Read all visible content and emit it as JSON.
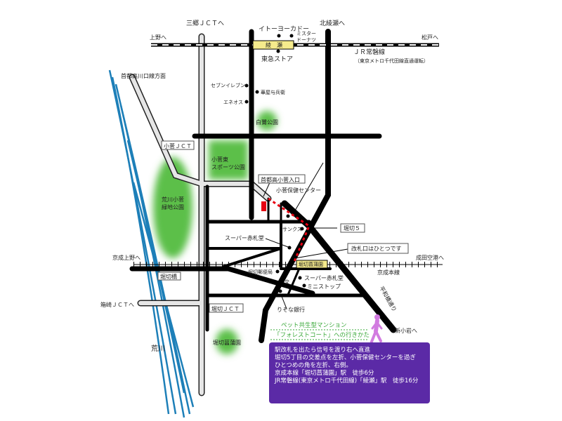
{
  "map": {
    "labels": {
      "misato_jct": "三郷ＪＣＴへ",
      "kitaayase": "北綾瀬へ",
      "ueno_jr": "上野へ",
      "matsudo": "松戸へ",
      "ito_yokado": "イトーヨーカドー",
      "mister_donut_1": "ミスター",
      "mister_donut_2": "ドーナツ",
      "ayase_station": "綾　瀬",
      "tokyu_store": "東急ストア",
      "jr_line": "ＪＲ常磐線",
      "jr_line_note": "（東京メトロ千代田線直通運転）",
      "shuto_kawaguchi": "首都高川口線方面",
      "seven_eleven": "セブンイレブン",
      "hanazono": "華屋与兵衛",
      "eneos": "エネオス",
      "shirasagi_park": "白鷺公園",
      "kosuge_jct": "小菅ＪＣＴ",
      "kosuge_sports_park_1": "小菅東",
      "kosuge_sports_park_2": "スポーツ公園",
      "shuto_kosuge_entrance": "首都高小菅入口",
      "kosuge_health_center": "小菅保健センター",
      "arakawa_park_1": "荒川小菅",
      "arakawa_park_2": "緑地公園",
      "sunkus": "サンクス",
      "horikiri5": "堀切５",
      "super_akafuda_1": "スーパー赤札堂",
      "one_gate": "改札口はひとつです",
      "keisei_ueno": "京成上野へ",
      "narita": "成田空港へ",
      "horikiri_shobuen_station": "堀切菖蒲園",
      "horikiri_post": "堀切郵便局",
      "keisei_line": "京成本線",
      "horikiri_bridge": "堀切橋",
      "koban": "交",
      "super_akafuda_2": "スーパー赤札堂",
      "ministop": "ミニストップ",
      "heiwabashi": "平和橋通り",
      "hakozaki_jct": "箱崎ＪＣＴへ",
      "horikiri_jct": "堀切ＪＣＴ",
      "resona": "りそな銀行",
      "shinkoiwa": "新小岩へ",
      "arakawa": "荒川",
      "horikiri_park": "堀切菖蒲園"
    },
    "heading_1": "ペット共生型マンション",
    "heading_2": "「フォレストコート」への行きかた",
    "directions": [
      "駅改札を出たら信号を渡り右へ直進",
      "堀切5丁目の交差点を左折、小菅保健センターを過ぎ",
      "ひとつめの角を左折、右側。",
      "京成本線「堀切菖蒲園」駅　徒歩6分",
      "JR常磐線(東京メトロ千代田線)「綾瀬」駅　徒歩16分"
    ],
    "colors": {
      "park": "#5cbf4a",
      "river": "#1d7fb8",
      "route": "#e60012",
      "info_box": "#5b2aa6",
      "station": "#f5eb8c",
      "walker": "#d27be0"
    }
  }
}
